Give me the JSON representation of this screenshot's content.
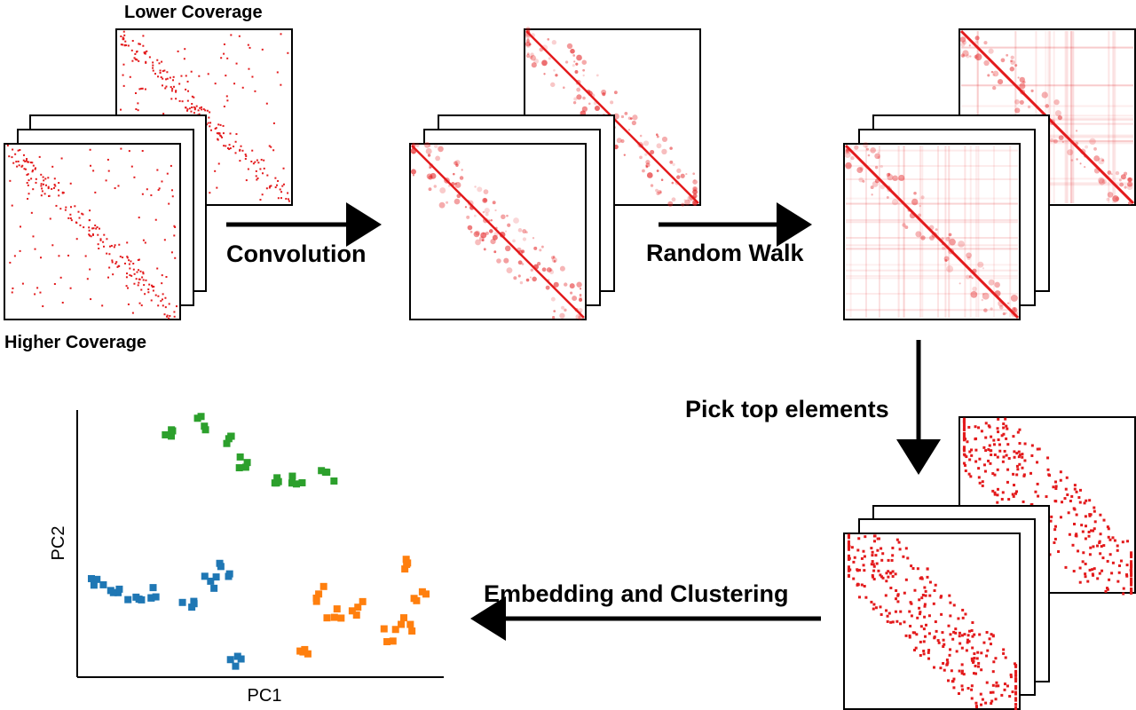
{
  "labels": {
    "lower_coverage": "Lower Coverage",
    "higher_coverage": "Higher Coverage",
    "step1": "Convolution",
    "step2": "Random Walk",
    "step3": "Pick top elements",
    "step4": "Embedding and Clustering"
  },
  "scatter": {
    "xlabel": "PC1",
    "ylabel": "PC2",
    "clusters": [
      {
        "color": "#2ca02c",
        "points": [
          [
            0.26,
            0.93
          ],
          [
            0.33,
            0.95
          ],
          [
            0.4,
            0.88
          ],
          [
            0.46,
            0.8
          ],
          [
            0.55,
            0.74
          ],
          [
            0.6,
            0.74
          ],
          [
            0.68,
            0.76
          ]
        ]
      },
      {
        "color": "#1f77b4",
        "points": [
          [
            0.06,
            0.36
          ],
          [
            0.1,
            0.3
          ],
          [
            0.16,
            0.27
          ],
          [
            0.22,
            0.32
          ],
          [
            0.3,
            0.29
          ],
          [
            0.36,
            0.35
          ],
          [
            0.4,
            0.4
          ],
          [
            0.43,
            0.07
          ]
        ]
      },
      {
        "color": "#ff7f0e",
        "points": [
          [
            0.62,
            0.11
          ],
          [
            0.66,
            0.31
          ],
          [
            0.7,
            0.24
          ],
          [
            0.76,
            0.26
          ],
          [
            0.85,
            0.16
          ],
          [
            0.9,
            0.2
          ],
          [
            0.93,
            0.3
          ],
          [
            0.88,
            0.42
          ]
        ]
      }
    ]
  },
  "colors": {
    "heatmap": "#e31a1c",
    "green_cluster": "#2ca02c",
    "blue_cluster": "#1f77b4",
    "orange_cluster": "#ff7f0e"
  }
}
